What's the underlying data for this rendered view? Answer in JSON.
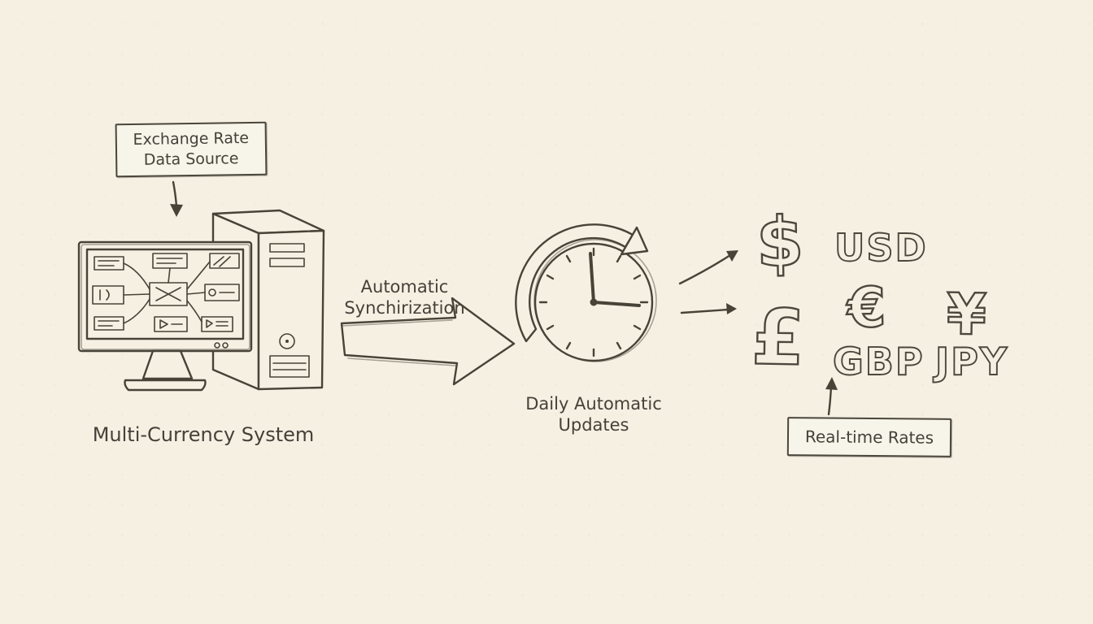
{
  "colors": {
    "background": "#f5f0e2",
    "ink": "#474336"
  },
  "source_box": {
    "line1": "Exchange Rate",
    "line2": "Data Source"
  },
  "system_label": "Multi-Currency System",
  "sync_label": {
    "line1": "Automatic",
    "line2": "Synchirization"
  },
  "updates_label": {
    "line1": "Daily Automatic",
    "line2": "Updates"
  },
  "rates_box_label": "Real-time Rates",
  "currencies": {
    "dollar_symbol": "$",
    "usd_code": "USD",
    "pound_symbol": "£",
    "euro_symbol": "€",
    "gbp_code": "GBP",
    "yen_symbol": "¥",
    "jpy_code": "JPY"
  }
}
